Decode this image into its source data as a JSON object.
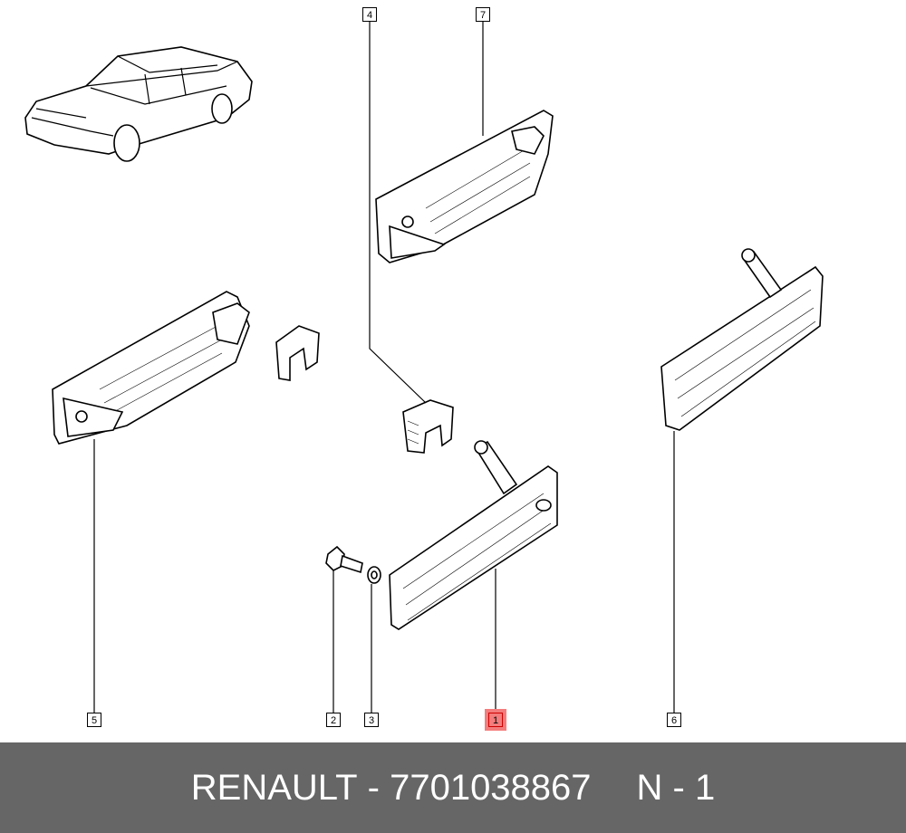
{
  "diagram": {
    "callouts": [
      {
        "id": "1",
        "highlighted": true
      },
      {
        "id": "2",
        "highlighted": false
      },
      {
        "id": "3",
        "highlighted": false
      },
      {
        "id": "4",
        "highlighted": false
      },
      {
        "id": "5",
        "highlighted": false
      },
      {
        "id": "6",
        "highlighted": false
      },
      {
        "id": "7",
        "highlighted": false
      }
    ],
    "highlight_color": "#f47c7c"
  },
  "footer": {
    "brand": "RENAULT",
    "separator": "-",
    "part_number": "7701038867",
    "position_label": "N - 1"
  }
}
